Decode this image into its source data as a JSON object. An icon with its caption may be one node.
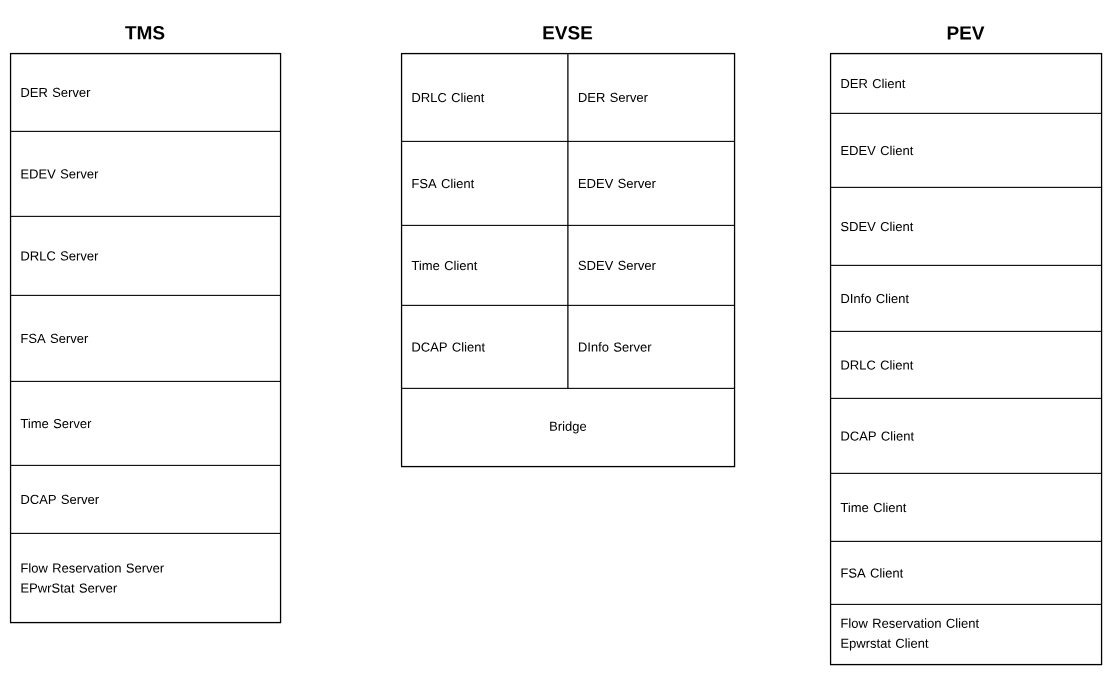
{
  "diagram": {
    "nodes": [
      {
        "text": [
          "TMS"
        ]
      },
      {
        "text": [
          "DER Server"
        ],
        "in": 0
      },
      {
        "text": [
          "EDEV Server"
        ],
        "in": 0
      },
      {
        "text": [
          "DRLC Server"
        ],
        "in": 0
      },
      {
        "text": [
          "FSA Server"
        ],
        "in": 0
      },
      {
        "text": [
          "Time Server"
        ],
        "in": 0
      },
      {
        "text": [
          "DCAP Server"
        ],
        "in": 0
      },
      {
        "text": [
          "Flow Reservation Server",
          "EPwrStat Server"
        ],
        "in": 0
      },
      {
        "text": [
          "EVSE"
        ]
      },
      {
        "text": [
          "DRLC Client"
        ],
        "in": 8
      },
      {
        "text": [
          "DER Server"
        ],
        "in": 8
      },
      {
        "text": [
          "FSA Client"
        ],
        "in": 8
      },
      {
        "text": [
          "EDEV Server"
        ],
        "in": 8
      },
      {
        "text": [
          "Time Client"
        ],
        "in": 8
      },
      {
        "text": [
          "SDEV Server"
        ],
        "in": 8
      },
      {
        "text": [
          "DCAP Client"
        ],
        "in": 8
      },
      {
        "text": [
          "DInfo Server"
        ],
        "in": 8
      },
      {
        "text": [
          "Bridge"
        ],
        "in": 8
      },
      {
        "text": [
          "PEV"
        ]
      },
      {
        "text": [
          "DER Client"
        ],
        "in": 18
      },
      {
        "text": [
          "EDEV Client"
        ],
        "in": 18
      },
      {
        "text": [
          "SDEV Client"
        ],
        "in": 18
      },
      {
        "text": [
          "DInfo Client"
        ],
        "in": 18
      },
      {
        "text": [
          "DRLC Client"
        ],
        "in": 18
      },
      {
        "text": [
          "DCAP Client"
        ],
        "in": 18
      },
      {
        "text": [
          "Time Client"
        ],
        "in": 18
      },
      {
        "text": [
          "FSA Client"
        ],
        "in": 18
      },
      {
        "text": [
          "Flow Reservation Client",
          "Epwrstat Client"
        ],
        "in": 18
      }
    ]
  }
}
